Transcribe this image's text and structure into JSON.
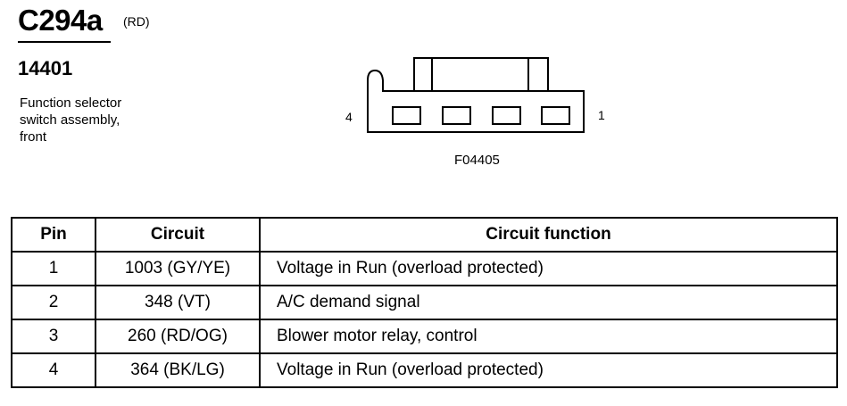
{
  "header": {
    "connector_id": "C294a",
    "color_code": "(RD)",
    "part_number": "14401",
    "description_lines": [
      "Function selector",
      "switch assembly,",
      "front"
    ]
  },
  "diagram": {
    "left_pin_label": "4",
    "right_pin_label": "1",
    "figure_code": "F04405"
  },
  "table": {
    "headers": {
      "pin": "Pin",
      "circuit": "Circuit",
      "function": "Circuit function"
    },
    "rows": [
      {
        "pin": "1",
        "circuit": "1003 (GY/YE)",
        "function": "Voltage in Run (overload protected)"
      },
      {
        "pin": "2",
        "circuit": "348 (VT)",
        "function": "A/C demand signal"
      },
      {
        "pin": "3",
        "circuit": "260 (RD/OG)",
        "function": "Blower motor relay, control"
      },
      {
        "pin": "4",
        "circuit": "364 (BK/LG)",
        "function": "Voltage in Run (overload protected)"
      }
    ]
  }
}
